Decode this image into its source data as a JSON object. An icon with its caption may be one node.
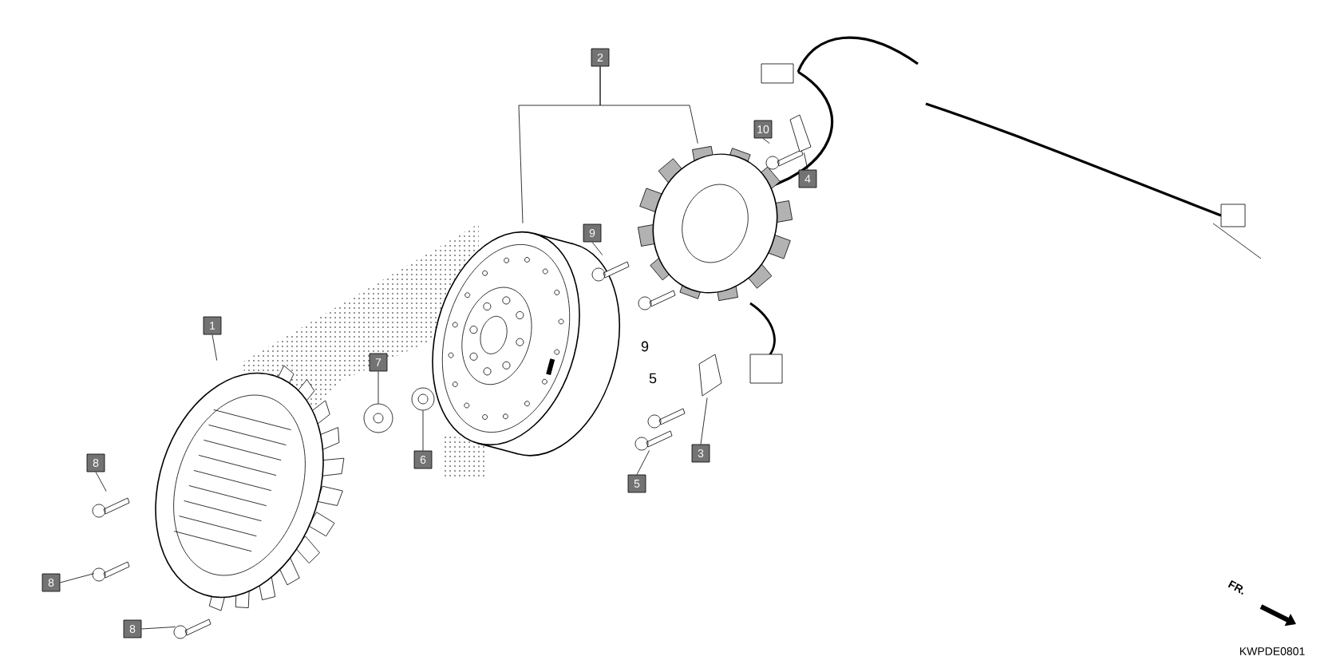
{
  "diagram": {
    "nodes": [
      {
        "text": [
          "2"
        ]
      },
      {
        "text": [
          "10"
        ]
      },
      {
        "text": [
          "4"
        ]
      },
      {
        "text": [
          "9"
        ]
      },
      {
        "text": [
          "1"
        ]
      },
      {
        "text": [
          "7"
        ]
      },
      {
        "text": [
          "6"
        ]
      },
      {
        "text": [
          "3"
        ]
      },
      {
        "text": [
          "8"
        ]
      },
      {
        "text": [
          "5"
        ]
      },
      {
        "text": [
          "8"
        ]
      },
      {
        "text": [
          "8"
        ]
      },
      {
        "text": [],
        "shape": "picture"
      },
      {
        "text": [],
        "shape": "picture"
      },
      {
        "text": [],
        "shape": "picture"
      },
      {
        "text": [],
        "shape": "picture"
      },
      {
        "text": [],
        "shape": "picture"
      },
      {
        "text": [],
        "shape": "picture"
      },
      {
        "text": [],
        "shape": "picture"
      },
      {
        "text": [],
        "shape": "picture"
      },
      {
        "text": [],
        "shape": "picture"
      },
      {
        "text": [],
        "shape": "picture"
      },
      {
        "text": [],
        "shape": "picture"
      },
      {
        "text": [],
        "shape": "picture"
      },
      {
        "text": [],
        "shape": "picture"
      }
    ],
    "edges": [
      {
        "from": 0,
        "to": 18,
        "arrow": "none"
      },
      {
        "from": 0,
        "to": 22,
        "arrow": "none"
      },
      {
        "from": 1,
        "to": 23,
        "arrow": "none"
      },
      {
        "from": 2,
        "to": 24,
        "arrow": "none"
      },
      {
        "from": 3,
        "to": 19,
        "arrow": "none"
      },
      {
        "from": 4,
        "to": 12,
        "arrow": "none"
      },
      {
        "from": 5,
        "to": 16,
        "arrow": "none"
      },
      {
        "from": 6,
        "to": 17,
        "arrow": "none"
      },
      {
        "from": 7,
        "to": 21,
        "arrow": "none"
      },
      {
        "from": 8,
        "to": 13,
        "arrow": "none"
      },
      {
        "from": 9,
        "to": 20,
        "arrow": "none"
      },
      {
        "from": 10,
        "to": 14,
        "arrow": "none"
      },
      {
        "from": 11,
        "to": 15,
        "arrow": "none"
      }
    ],
    "labels": [
      "9",
      "5",
      "FR.",
      "KWPDE0801"
    ]
  }
}
